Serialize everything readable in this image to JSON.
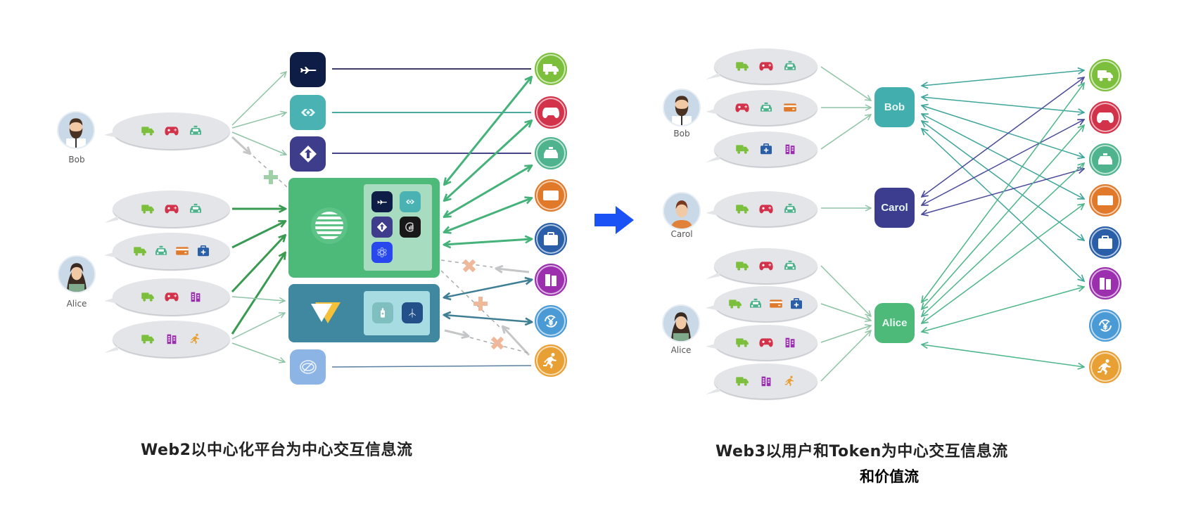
{
  "colors": {
    "truck": "#7cbf3c",
    "game": "#d2324a",
    "taxi": "#4fb48e",
    "card": "#e07a2a",
    "medical": "#2a5fa8",
    "building": "#9b2fae",
    "yuan": "#4a9ad6",
    "run": "#e8a035",
    "arrow_blue": "#1a52f5",
    "green_platform": "#4dba7a",
    "blue_platform": "#3f88a0",
    "bob_box": "#42afae",
    "carol_box": "#3d3d8f",
    "alice_box": "#4dba7a"
  },
  "web2": {
    "caption": "Web2以中心化平台为中心交互信息流",
    "users": [
      {
        "name": "Bob",
        "bubbles": [
          [
            "truck",
            "game",
            "taxi"
          ]
        ]
      },
      {
        "name": "Alice",
        "bubbles": [
          [
            "truck",
            "game",
            "taxi"
          ],
          [
            "truck",
            "taxi",
            "card",
            "medical"
          ],
          [
            "truck",
            "game",
            "building"
          ],
          [
            "truck",
            "building",
            "run"
          ]
        ]
      }
    ],
    "standalone_apps": [
      "plane-app",
      "exchange-app",
      "direction-app"
    ],
    "green_platform": {
      "logo": "globe-stripes-logo",
      "apps": [
        "plane-app",
        "exchange-app",
        "direction-app",
        "chart-app",
        "molecule-app"
      ]
    },
    "blue_platform": {
      "logo": "triangle-logo",
      "apps": [
        "bottle-app",
        "windmill-app"
      ]
    },
    "bottom_app": "ring-app",
    "services": [
      "truck",
      "game",
      "taxi",
      "card",
      "medical",
      "building",
      "yuan",
      "run"
    ]
  },
  "transition_arrow": "right-arrow",
  "web3": {
    "caption_line1": "Web3以用户和Token为中心交互信息流",
    "caption_line2": "和价值流",
    "users": [
      {
        "name": "Bob",
        "box_label": "Bob",
        "bubbles": [
          [
            "truck",
            "game",
            "taxi"
          ],
          [
            "game",
            "taxi",
            "card"
          ],
          [
            "truck",
            "medical",
            "building"
          ]
        ]
      },
      {
        "name": "Carol",
        "box_label": "Carol",
        "bubbles": [
          [
            "truck",
            "game",
            "taxi"
          ]
        ]
      },
      {
        "name": "Alice",
        "box_label": "Alice",
        "bubbles": [
          [
            "truck",
            "game",
            "taxi"
          ],
          [
            "truck",
            "taxi",
            "card",
            "medical"
          ],
          [
            "truck",
            "game",
            "building"
          ],
          [
            "truck",
            "building",
            "run"
          ]
        ]
      }
    ],
    "services": [
      "truck",
      "game",
      "taxi",
      "card",
      "medical",
      "building",
      "yuan",
      "run"
    ]
  }
}
